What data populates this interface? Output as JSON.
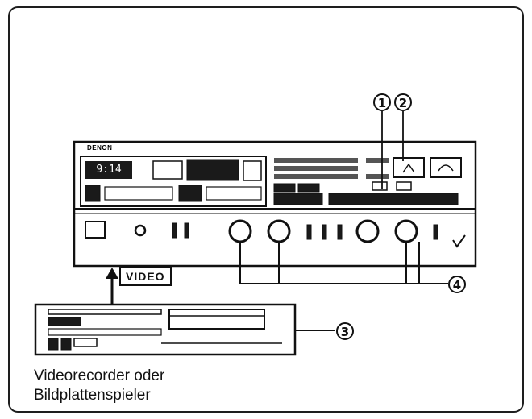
{
  "labels": {
    "video_input": "VIDEO",
    "caption_line1": "Videorecorder oder",
    "caption_line2": "Bildplattenspieler",
    "brand": "DENON",
    "display_readout": "9:14"
  },
  "callouts": [
    "1",
    "2",
    "3",
    "4"
  ],
  "icons": [
    "amplifier-front-panel",
    "video-recorder",
    "arrow-up"
  ]
}
